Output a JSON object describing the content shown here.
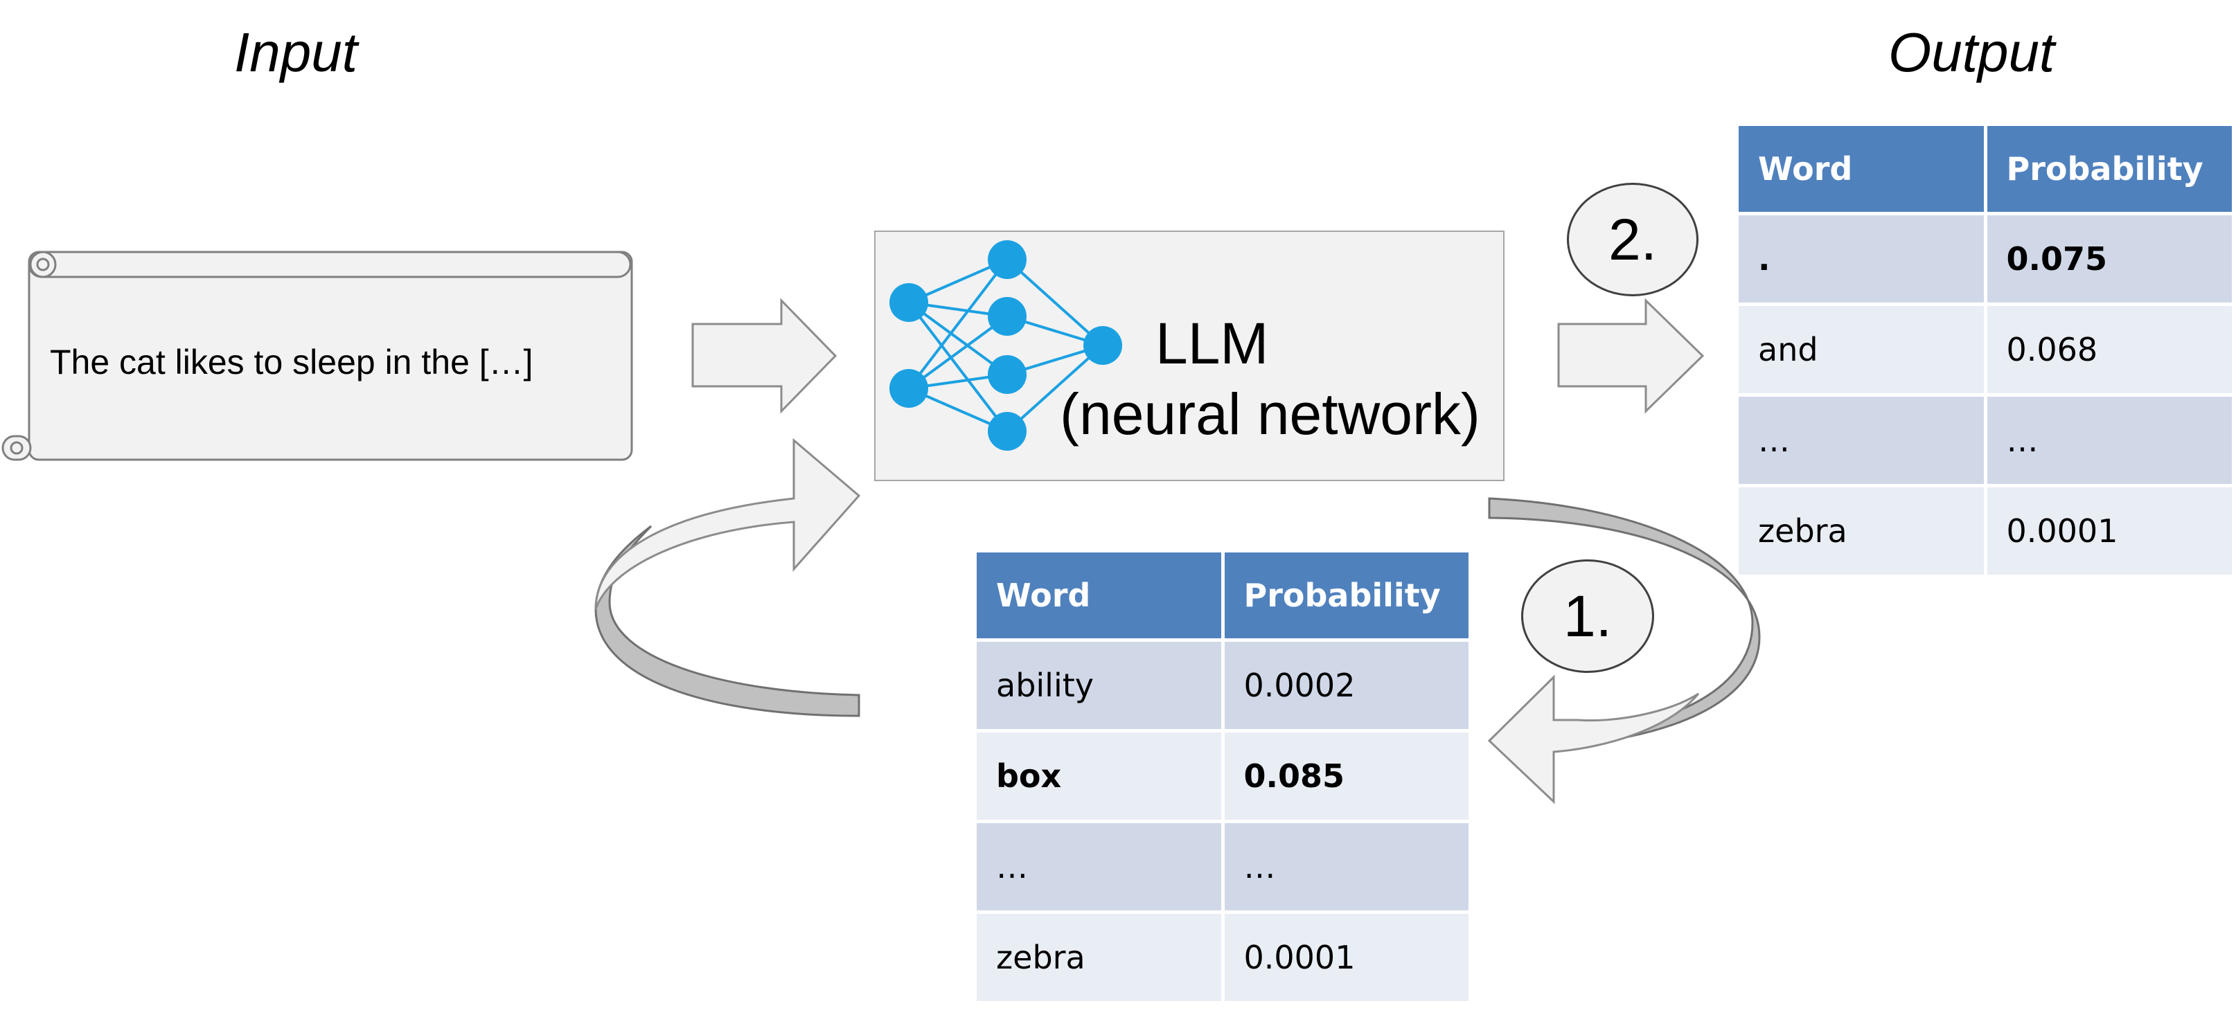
{
  "headings": {
    "input": "Input",
    "output": "Output"
  },
  "input_text": "The cat likes to sleep in the […]",
  "llm": {
    "line1": "LLM",
    "line2": "(neural network)"
  },
  "steps": {
    "step1": "1.",
    "step2": "2."
  },
  "bottom_table": {
    "headers": [
      "Word",
      "Probability"
    ],
    "rows": [
      {
        "word": "ability",
        "prob": "0.0002"
      },
      {
        "word": "box",
        "prob": "0.085"
      },
      {
        "word": "…",
        "prob": "…"
      },
      {
        "word": "zebra",
        "prob": "0.0001"
      }
    ]
  },
  "output_table": {
    "headers": [
      "Word",
      "Probability"
    ],
    "rows": [
      {
        "word": ".",
        "prob": "0.075"
      },
      {
        "word": "and",
        "prob": "0.068"
      },
      {
        "word": "…",
        "prob": "…"
      },
      {
        "word": "zebra",
        "prob": "0.0001"
      }
    ]
  },
  "colors": {
    "table_header": "#4f81bd",
    "row_dark": "#d0d8e8",
    "row_light": "#e9edf4",
    "node_blue": "#1ba1e2",
    "box_fill": "#f2f2f2",
    "arrow_fill": "#f2f2f2",
    "ribbon_fill": "#c0c0c0"
  }
}
